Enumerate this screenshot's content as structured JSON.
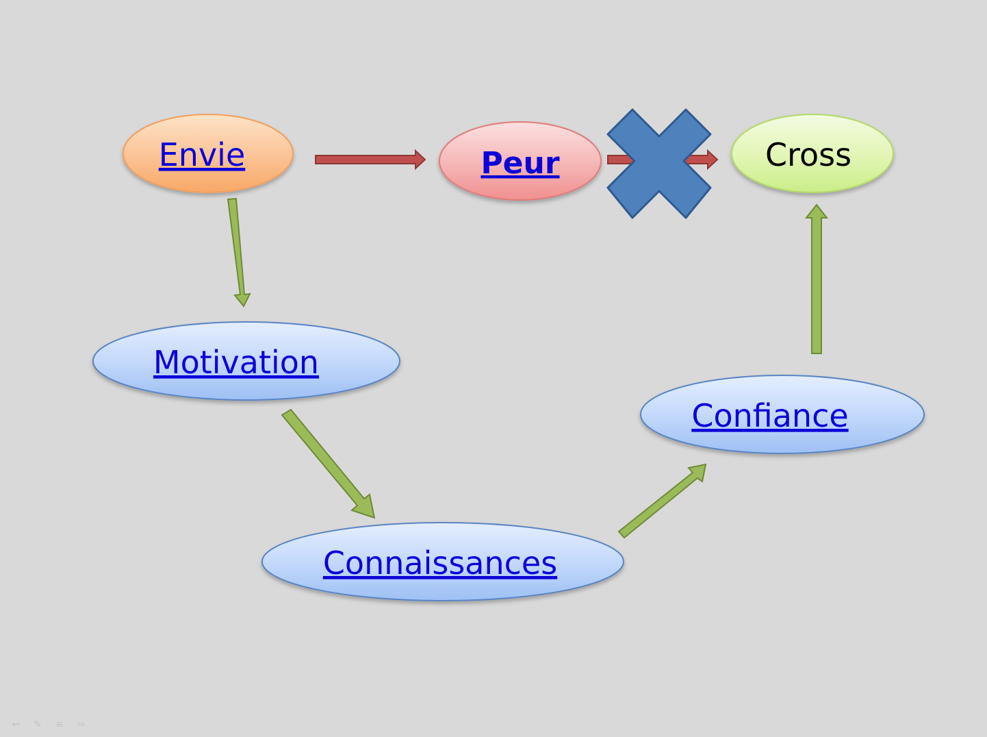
{
  "nodes": {
    "envie": {
      "label": "Envie",
      "color": "#f9b27a"
    },
    "peur": {
      "label": "Peur",
      "color": "#f4a3a3"
    },
    "cross": {
      "label": "Cross",
      "color": "#d6f29a"
    },
    "motivation": {
      "label": "Motivation",
      "color": "#a9c8f7"
    },
    "connaissances": {
      "label": "Connaissances",
      "color": "#a9c8f7"
    },
    "confiance": {
      "label": "Confiance",
      "color": "#a9c8f7"
    }
  },
  "colors": {
    "background": "#d9d9d9",
    "link_text": "#0b00d8",
    "red_arrow": "#c0504d",
    "green_arrow": "#9bbb59",
    "blocked_mark": "#4f81bd"
  },
  "icons": {
    "blocked": "x-cross-icon",
    "controls": [
      "previous-icon",
      "pen-icon",
      "menu-icon",
      "next-icon"
    ]
  },
  "controls": {
    "prev": "↩",
    "pen": "✎",
    "menu": "≡",
    "next": "⇨"
  }
}
